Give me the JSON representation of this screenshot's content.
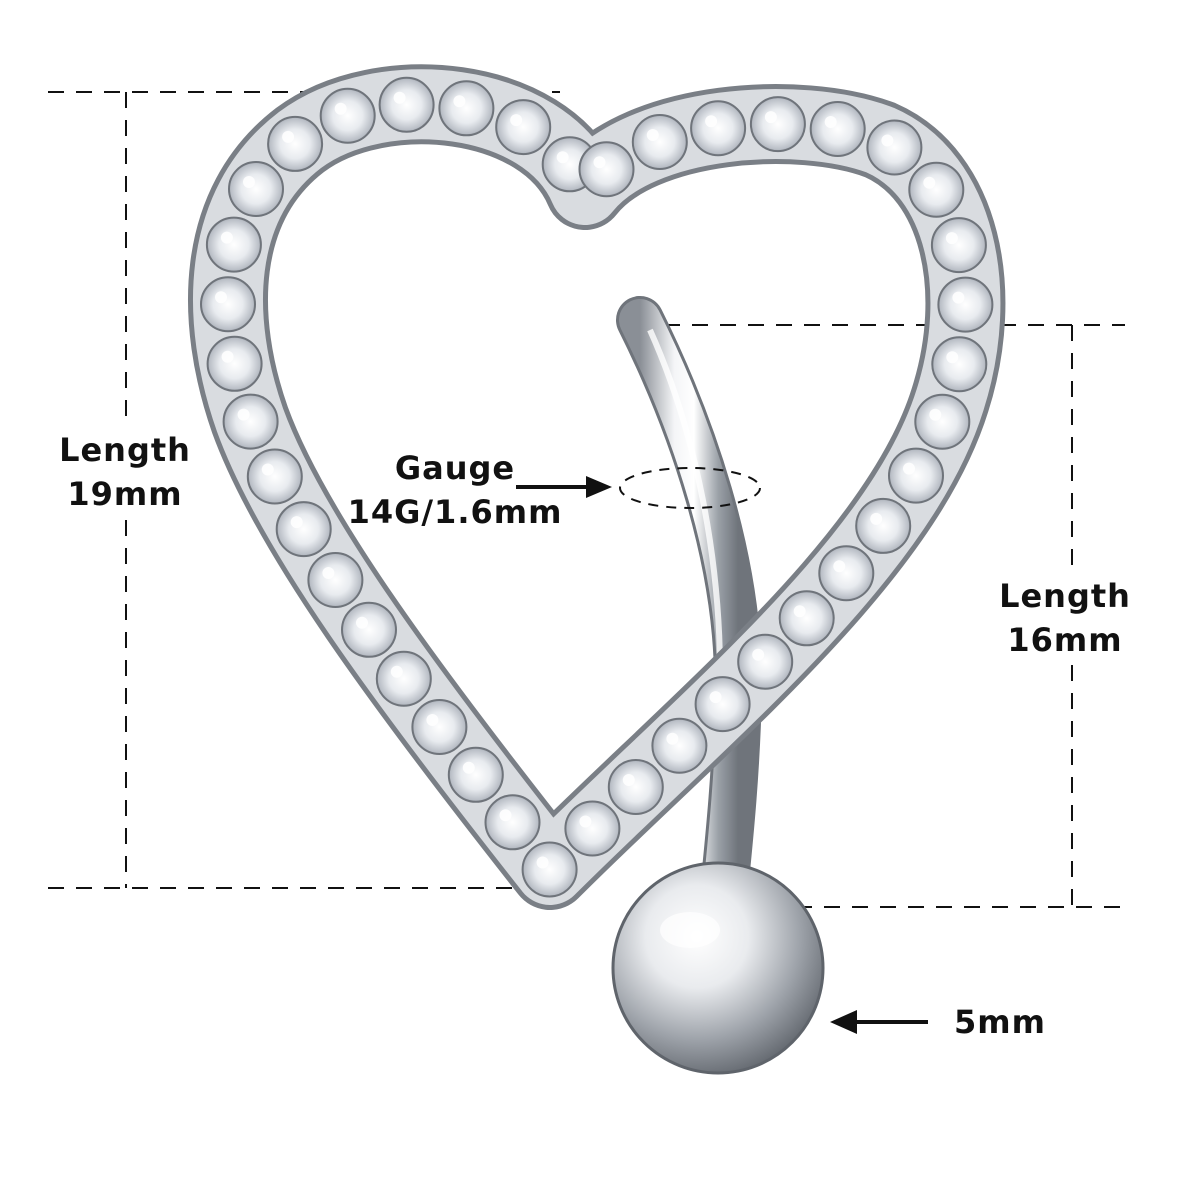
{
  "labels": {
    "total_length": {
      "title": "Length",
      "value": "19mm"
    },
    "bar_length": {
      "title": "Length",
      "value": "16mm"
    },
    "gauge": {
      "title": "Gauge",
      "value": "14G/1.6mm"
    },
    "ball_size": {
      "value": "5mm"
    }
  },
  "colors": {
    "line": "#111111",
    "metal_dark": "#8a8f96",
    "metal_light": "#f4f5f7",
    "gem": "#e8ebef"
  },
  "icons": [
    "heart-icon",
    "barbell-icon",
    "ball-icon",
    "arrow-icon"
  ]
}
